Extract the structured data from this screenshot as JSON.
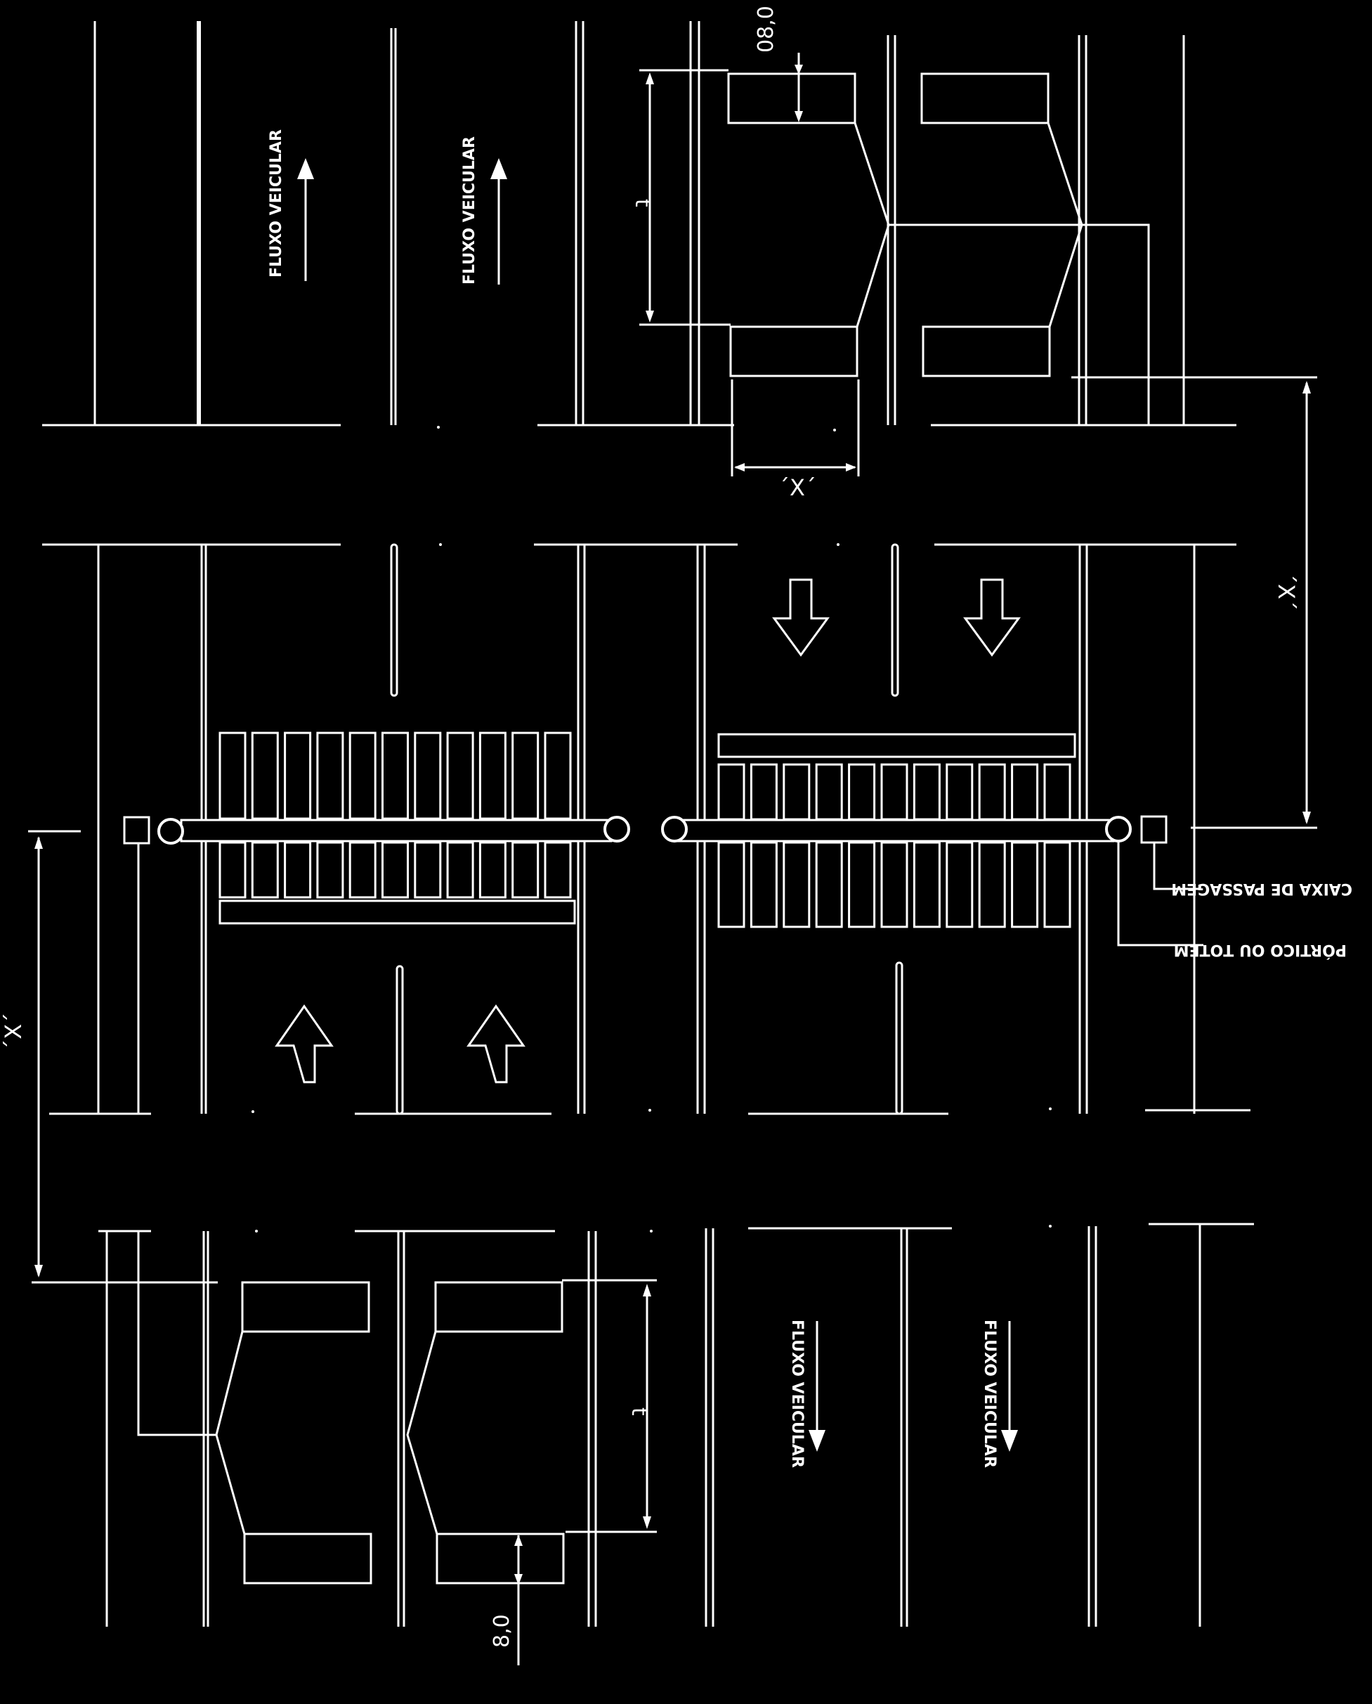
{
  "diagram": {
    "flow_label": "FLUXO VEICULAR",
    "dim_x": "´X´",
    "dim_t": "t",
    "dim_080": "08,0",
    "dim_80": "8,0",
    "label_box": "CAIXA DE PASSAGEM",
    "label_portico": "PÓRTICO OU TOTEM",
    "stroke_color": "#ffffff",
    "background_color": "#000000"
  }
}
